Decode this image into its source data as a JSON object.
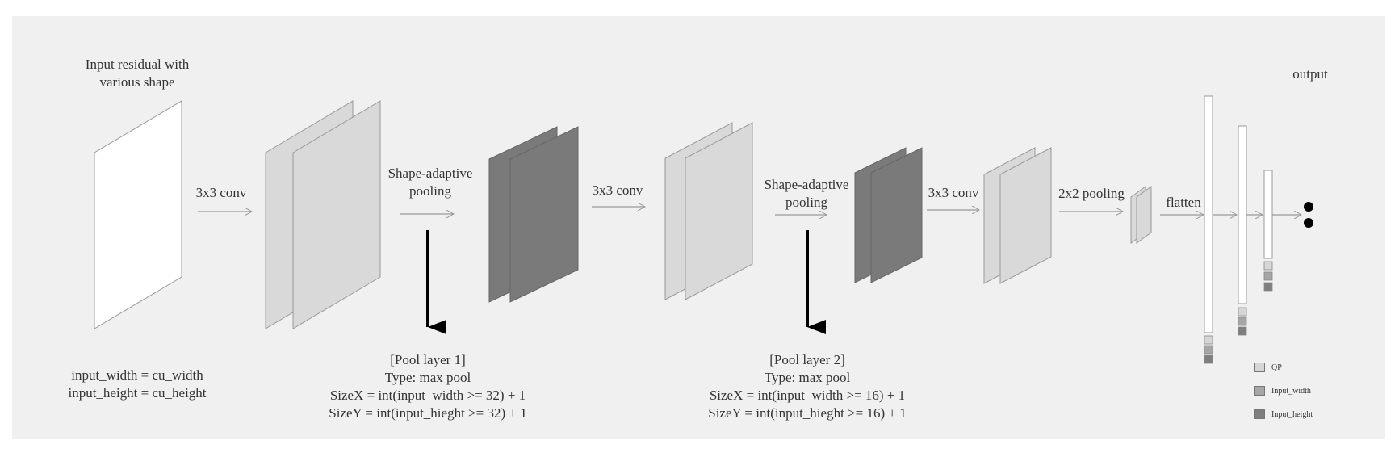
{
  "colors": {
    "background": "#f0f0f0",
    "light_layer": "#d9d9d9",
    "dark_layer": "#7a7a7a",
    "arrow": "#999999",
    "legend_qp": "#d6d6d6",
    "legend_width": "#a6a6a6",
    "legend_height": "#7f7f7f"
  },
  "input": {
    "title_line1": "Input residual with",
    "title_line2": "various shape",
    "dim_line1": "input_width = cu_width",
    "dim_line2": "input_height = cu_height"
  },
  "ops": {
    "conv1": "3x3 conv",
    "sap1_line1": "Shape-adaptive",
    "sap1_line2": "pooling",
    "conv2": "3x3 conv",
    "sap2_line1": "Shape-adaptive",
    "sap2_line2": "pooling",
    "conv3": "3x3 conv",
    "pool": "2x2 pooling",
    "flatten": "flatten",
    "output": "output"
  },
  "pool_layer_1": {
    "title": "[Pool layer 1]",
    "type": "Type: max pool",
    "size_x": "SizeX = int(input_width >= 32) + 1",
    "size_y": "SizeY = int(input_hieght >= 32) + 1"
  },
  "pool_layer_2": {
    "title": "[Pool layer 2]",
    "type": "Type: max pool",
    "size_x": "SizeX = int(input_width >= 16) + 1",
    "size_y": "SizeY = int(input_hieght >= 16) + 1"
  },
  "legend": {
    "qp": "QP",
    "width": "Input_width",
    "height": "Input_height"
  }
}
